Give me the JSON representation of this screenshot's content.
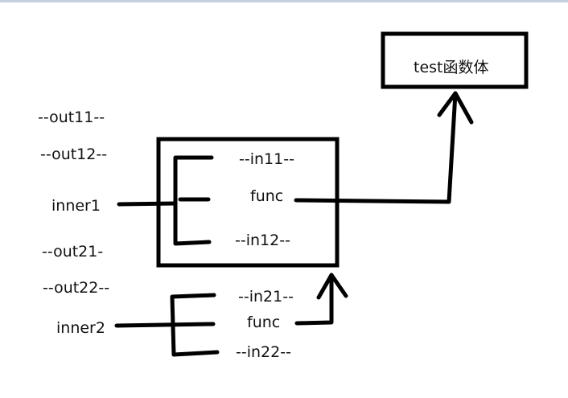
{
  "diagram": {
    "target_box": {
      "label": "test函数体"
    },
    "outer_labels": [
      "--out11--",
      "--out12--",
      "--out21-",
      "--out22--"
    ],
    "inner1": {
      "name": "inner1",
      "branches": [
        "--in11--",
        "func",
        "--in12--"
      ]
    },
    "inner2": {
      "name": "inner2",
      "branches": [
        "--in21--",
        "func",
        "--in22--"
      ]
    },
    "edges": [
      {
        "from": "inner1.func",
        "to": "test函数体",
        "type": "arrow"
      },
      {
        "from": "inner2.func",
        "to": "inner1-box",
        "type": "arrow"
      }
    ],
    "colors": {
      "stroke": "#000000",
      "text": "#111111",
      "background": "#ffffff",
      "topbar": "#c5cfdf"
    }
  }
}
